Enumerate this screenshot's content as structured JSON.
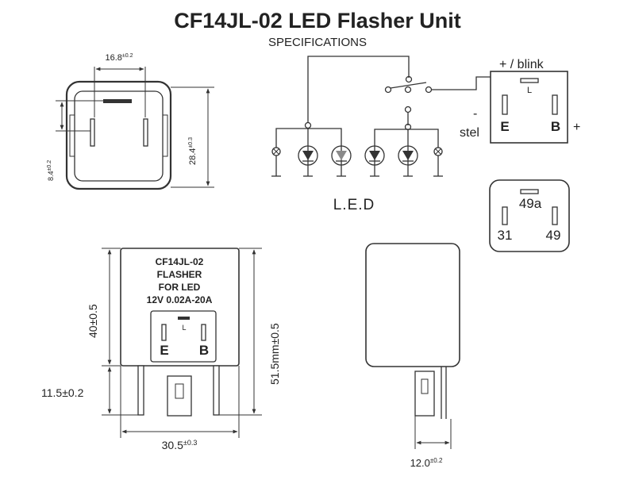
{
  "header": {
    "title": "CF14JL-02 LED Flasher Unit",
    "subtitle": "SPECIFICATIONS"
  },
  "top_view": {
    "dim_width": "16.8",
    "dim_width_tol": "±0.2",
    "dim_height": "28.4",
    "dim_height_tol": "±0.3",
    "dim_pin_offset": "8.4",
    "dim_pin_offset_tol": "±0.2"
  },
  "circuit": {
    "label_blink": "+ / blink",
    "label_minus": "-",
    "label_stel": "stel",
    "label_plus": "+",
    "label_led": "L.E.D"
  },
  "connector_1": {
    "pin_l": "L",
    "pin_e": "E",
    "pin_b": "B"
  },
  "connector_2": {
    "pin_top": "49a",
    "pin_left": "31",
    "pin_right": "49"
  },
  "front_view": {
    "body_line_1": "CF14JL-02",
    "body_line_2": "FLASHER",
    "body_line_3": "FOR LED",
    "body_line_4": "12V 0.02A-20A",
    "pin_l": "L",
    "pin_e": "E",
    "pin_b": "B",
    "dim_body_height": "40±0.5",
    "dim_total_height": "51.5mm±0.5",
    "dim_pin_length": "11.5±0.2",
    "dim_width": "30.5",
    "dim_width_tol": "±0.3"
  },
  "side_view": {
    "dim_pin_width": "12.0",
    "dim_pin_width_tol": "±0.2"
  }
}
